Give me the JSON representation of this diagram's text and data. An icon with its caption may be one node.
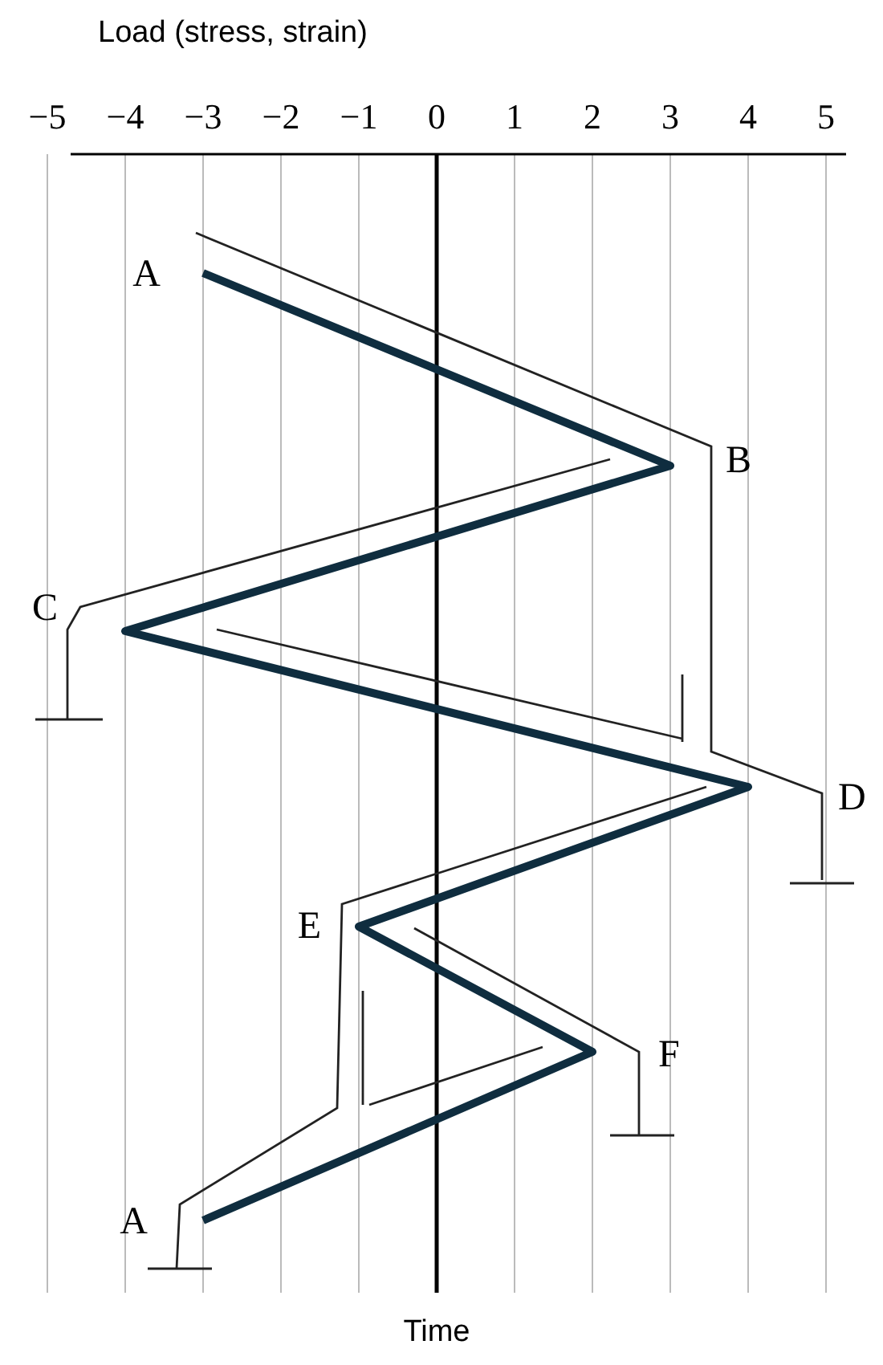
{
  "diagram": {
    "labels": [
      "Load (stress, strain)",
      "−5",
      "−4",
      "−3",
      "−2",
      "−1",
      "0",
      "1",
      "2",
      "3",
      "4",
      "5",
      "A",
      "B",
      "C",
      "D",
      "E",
      "F",
      "A",
      "Time"
    ]
  }
}
